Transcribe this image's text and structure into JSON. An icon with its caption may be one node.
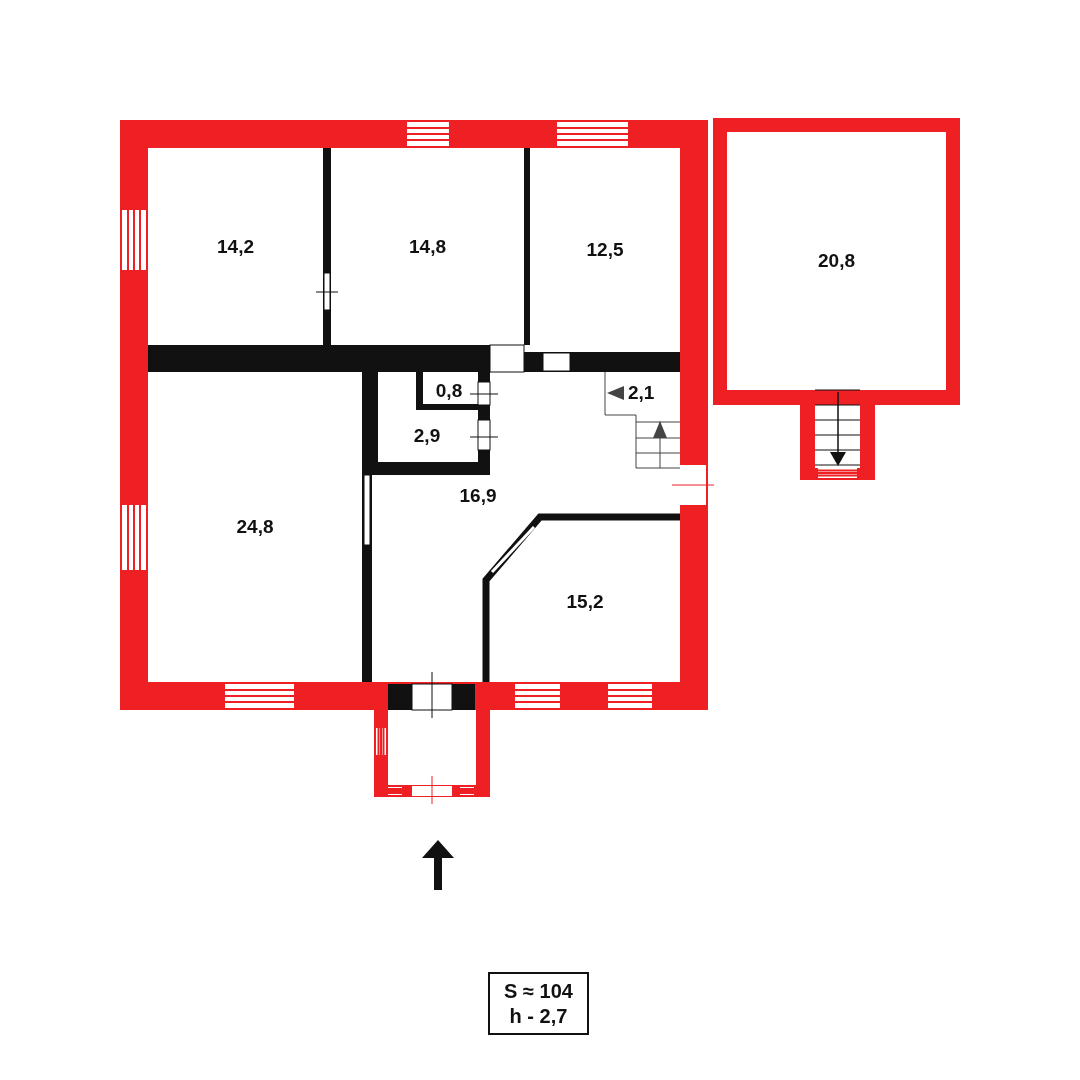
{
  "diagram": {
    "nodes": [
      {
        "text": [
          "14,2"
        ]
      },
      {
        "text": [
          "14,8"
        ]
      },
      {
        "text": [
          "12,5"
        ]
      },
      {
        "text": [
          "20,8"
        ]
      },
      {
        "text": [
          "0,8"
        ]
      },
      {
        "text": [
          "2,9"
        ]
      },
      {
        "text": [
          "24,8"
        ]
      },
      {
        "text": [
          "16,9"
        ]
      },
      {
        "text": [
          "15,2"
        ]
      },
      {
        "text": [
          "S ≈ 104",
          "h - 2,7"
        ]
      }
    ],
    "labels": [
      "2,1"
    ]
  }
}
